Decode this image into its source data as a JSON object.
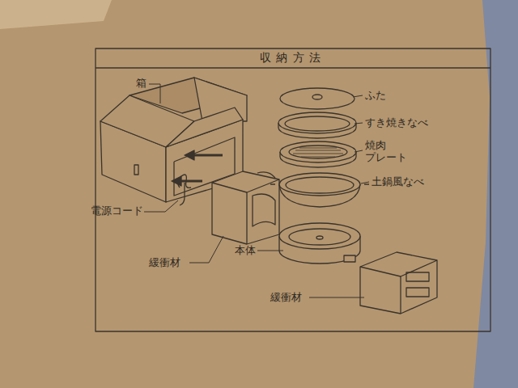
{
  "diagram": {
    "title": "収納方法",
    "labels": [
      "箱",
      "電源コード",
      "緩衝材",
      "本体",
      "緩衝材",
      "ふた",
      "すき焼きなべ",
      "焼肉 プレート",
      "土鍋風なべ"
    ]
  }
}
